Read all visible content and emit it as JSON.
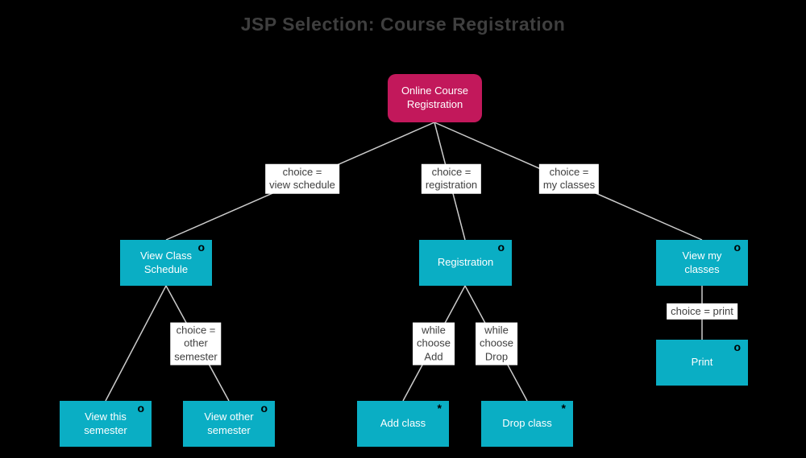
{
  "title": "JSP Selection: Course Registration",
  "colors": {
    "background": "#000000",
    "title_text": "#3f3f3f",
    "root_node": "#c2185b",
    "child_node": "#0aaec4",
    "node_text": "#ffffff",
    "edge_line": "#cccccc",
    "label_bg": "#ffffff",
    "label_text": "#3f3f3f",
    "marker": "#000000"
  },
  "diagram": {
    "nodes": [
      {
        "id": "online-course-registration",
        "label": "Online Course Registration",
        "marker": ""
      },
      {
        "id": "view-class-schedule",
        "label": "View Class Schedule",
        "marker": "o"
      },
      {
        "id": "registration",
        "label": "Registration",
        "marker": "o"
      },
      {
        "id": "view-my-classes",
        "label": "View my classes",
        "marker": "o"
      },
      {
        "id": "print",
        "label": "Print",
        "marker": "o"
      },
      {
        "id": "view-this-semester",
        "label": "View this semester",
        "marker": "o"
      },
      {
        "id": "view-other-semester",
        "label": "View other semester",
        "marker": "o"
      },
      {
        "id": "add-class",
        "label": "Add class",
        "marker": "*"
      },
      {
        "id": "drop-class",
        "label": "Drop class",
        "marker": "*"
      }
    ],
    "edge_labels": [
      {
        "id": "choice-view-schedule",
        "text": "choice =\nview schedule"
      },
      {
        "id": "choice-registration",
        "text": "choice =\nregistration"
      },
      {
        "id": "choice-my-classes",
        "text": "choice =\nmy classes"
      },
      {
        "id": "choice-other-semester",
        "text": "choice =\nother\nsemester"
      },
      {
        "id": "while-choose-add",
        "text": "while\nchoose\nAdd"
      },
      {
        "id": "while-choose-drop",
        "text": "while\nchoose\nDrop"
      },
      {
        "id": "choice-print",
        "text": "choice = print"
      }
    ]
  }
}
